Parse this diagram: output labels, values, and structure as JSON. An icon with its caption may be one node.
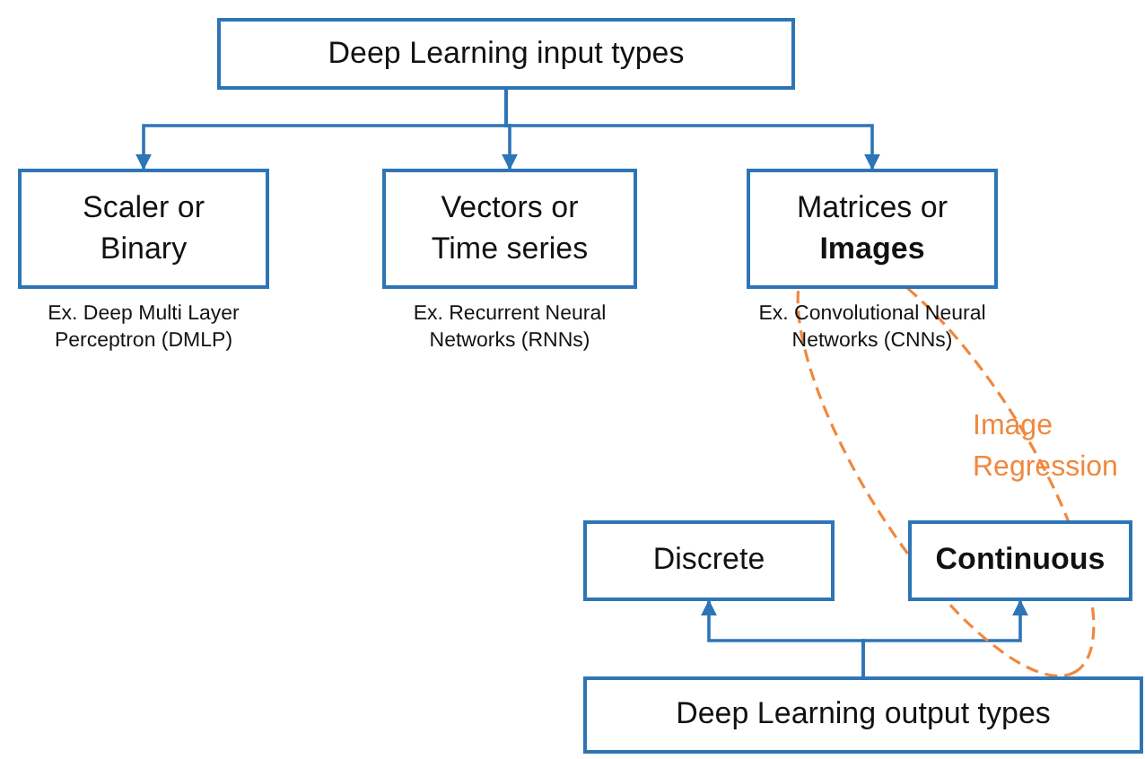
{
  "diagram": {
    "nodes": [
      {
        "text": [
          "Deep Learning input types"
        ]
      },
      {
        "text": [
          "Scaler or Binary"
        ],
        "beside": [
          "Ex. Deep Multi Layer Perceptron (DMLP)"
        ]
      },
      {
        "text": [
          "Vectors or Time series"
        ],
        "beside": [
          "Ex. Recurrent Neural Networks (RNNs)"
        ]
      },
      {
        "text": [
          "Matrices or **Images**"
        ],
        "beside": [
          "Ex. Convolutional Neural Networks (CNNs)"
        ]
      },
      {
        "text": [
          "Discrete"
        ]
      },
      {
        "text": [
          "Continuous"
        ]
      },
      {
        "text": [
          "Deep Learning output types"
        ]
      }
    ],
    "edges": [
      {
        "from": 0,
        "to": 1,
        "arrow": "to"
      },
      {
        "from": 0,
        "to": 2,
        "arrow": "to"
      },
      {
        "from": 0,
        "to": 3,
        "arrow": "to"
      },
      {
        "from": 6,
        "to": 4,
        "arrow": "to"
      },
      {
        "from": 6,
        "to": 5,
        "arrow": "to"
      }
    ],
    "labels": [
      "Image Regression"
    ]
  }
}
